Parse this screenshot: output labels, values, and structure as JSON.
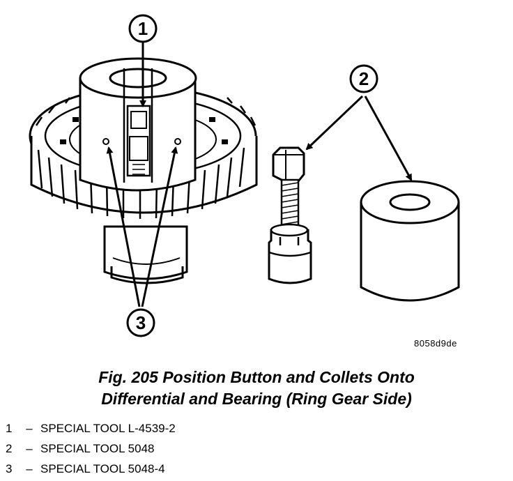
{
  "callouts": [
    "1",
    "2",
    "3"
  ],
  "figure_code": "8058d9de",
  "caption": {
    "line1": "Fig. 205 Position Button and Collets Onto",
    "line2": "Differential and Bearing (Ring Gear Side)"
  },
  "legend": [
    {
      "num": "1",
      "dash": "–",
      "text": "SPECIAL TOOL L-4539-2"
    },
    {
      "num": "2",
      "dash": "–",
      "text": "SPECIAL TOOL 5048"
    },
    {
      "num": "3",
      "dash": "–",
      "text": "SPECIAL TOOL 5048-4"
    }
  ]
}
